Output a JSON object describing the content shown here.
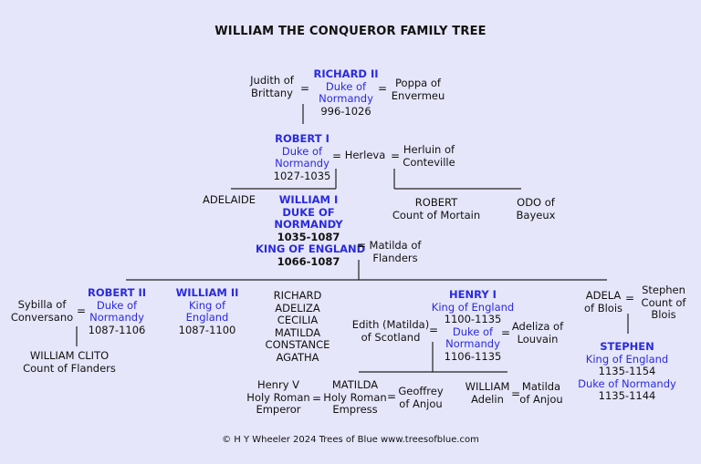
{
  "title": "WILLIAM THE CONQUEROR FAMILY TREE",
  "footer": "© H Y Wheeler 2024 Trees of Blue www.treesofblue.com",
  "equals": "=",
  "gen1": {
    "judith": [
      "Judith of",
      "Brittany"
    ],
    "richard": {
      "name": "RICHARD II",
      "title": [
        "Duke of",
        "Normandy"
      ],
      "dates": "996-1026"
    },
    "poppa": [
      "Poppa of",
      "Envermeu"
    ]
  },
  "gen2": {
    "robert": {
      "name": "ROBERT I",
      "title": [
        "Duke of",
        "Normandy"
      ],
      "dates": "1027-1035"
    },
    "herleva": "Herleva",
    "herluin": [
      "Herluin of",
      "Conteville"
    ]
  },
  "gen3": {
    "adelaide": "ADELAIDE",
    "william": {
      "name": [
        "WILLIAM I",
        "DUKE OF",
        "NORMANDY"
      ],
      "dates1": "1035-1087",
      "title2": "KING OF ENGLAND",
      "dates2": "1066-1087"
    },
    "matilda": [
      "Matilda of",
      "Flanders"
    ],
    "robert_mortain": [
      "ROBERT",
      "Count of Mortain"
    ],
    "odo": [
      "ODO of",
      "Bayeux"
    ]
  },
  "gen4": {
    "sybilla": [
      "Sybilla of",
      "Conversano"
    ],
    "robert2": {
      "name": "ROBERT II",
      "title": [
        "Duke of",
        "Normandy"
      ],
      "dates": "1087-1106"
    },
    "william2": {
      "name": "WILLIAM II",
      "title": [
        "King of",
        "England"
      ],
      "dates": "1087-1100"
    },
    "siblings": [
      "RICHARD",
      "ADELIZA",
      "CECILIA",
      "MATILDA",
      "CONSTANCE",
      "AGATHA"
    ],
    "edith": [
      "Edith (Matilda)",
      "of Scotland"
    ],
    "henry1": {
      "name": "HENRY I",
      "title1": "King of England",
      "dates1": "1100-1135",
      "title2": [
        "Duke of",
        "Normandy"
      ],
      "dates2": "1106-1135"
    },
    "adeliza": [
      "Adeliza of",
      "Louvain"
    ],
    "adela": [
      "ADELA",
      "of Blois"
    ],
    "stephen_blois": [
      "Stephen",
      "Count of",
      "Blois"
    ]
  },
  "gen5": {
    "clito": [
      "WILLIAM CLITO",
      "Count of Flanders"
    ],
    "henry5": [
      "Henry V",
      "Holy Roman",
      "Emperor"
    ],
    "matilda_emp": [
      "MATILDA",
      "Holy Roman",
      "Empress"
    ],
    "geoffrey": [
      "Geoffrey",
      "of Anjou"
    ],
    "william_adelin": [
      "WILLIAM",
      "Adelin"
    ],
    "matilda_anjou": [
      "Matilda",
      "of Anjou"
    ],
    "stephen": {
      "name": "STEPHEN",
      "title1": "King of England",
      "dates1": "1135-1154",
      "title2": "Duke of Normandy",
      "dates2": "1135-1144"
    }
  },
  "colors": {
    "background": "#e6e6fa",
    "accent": "#2a2ae0",
    "text": "#111111"
  }
}
